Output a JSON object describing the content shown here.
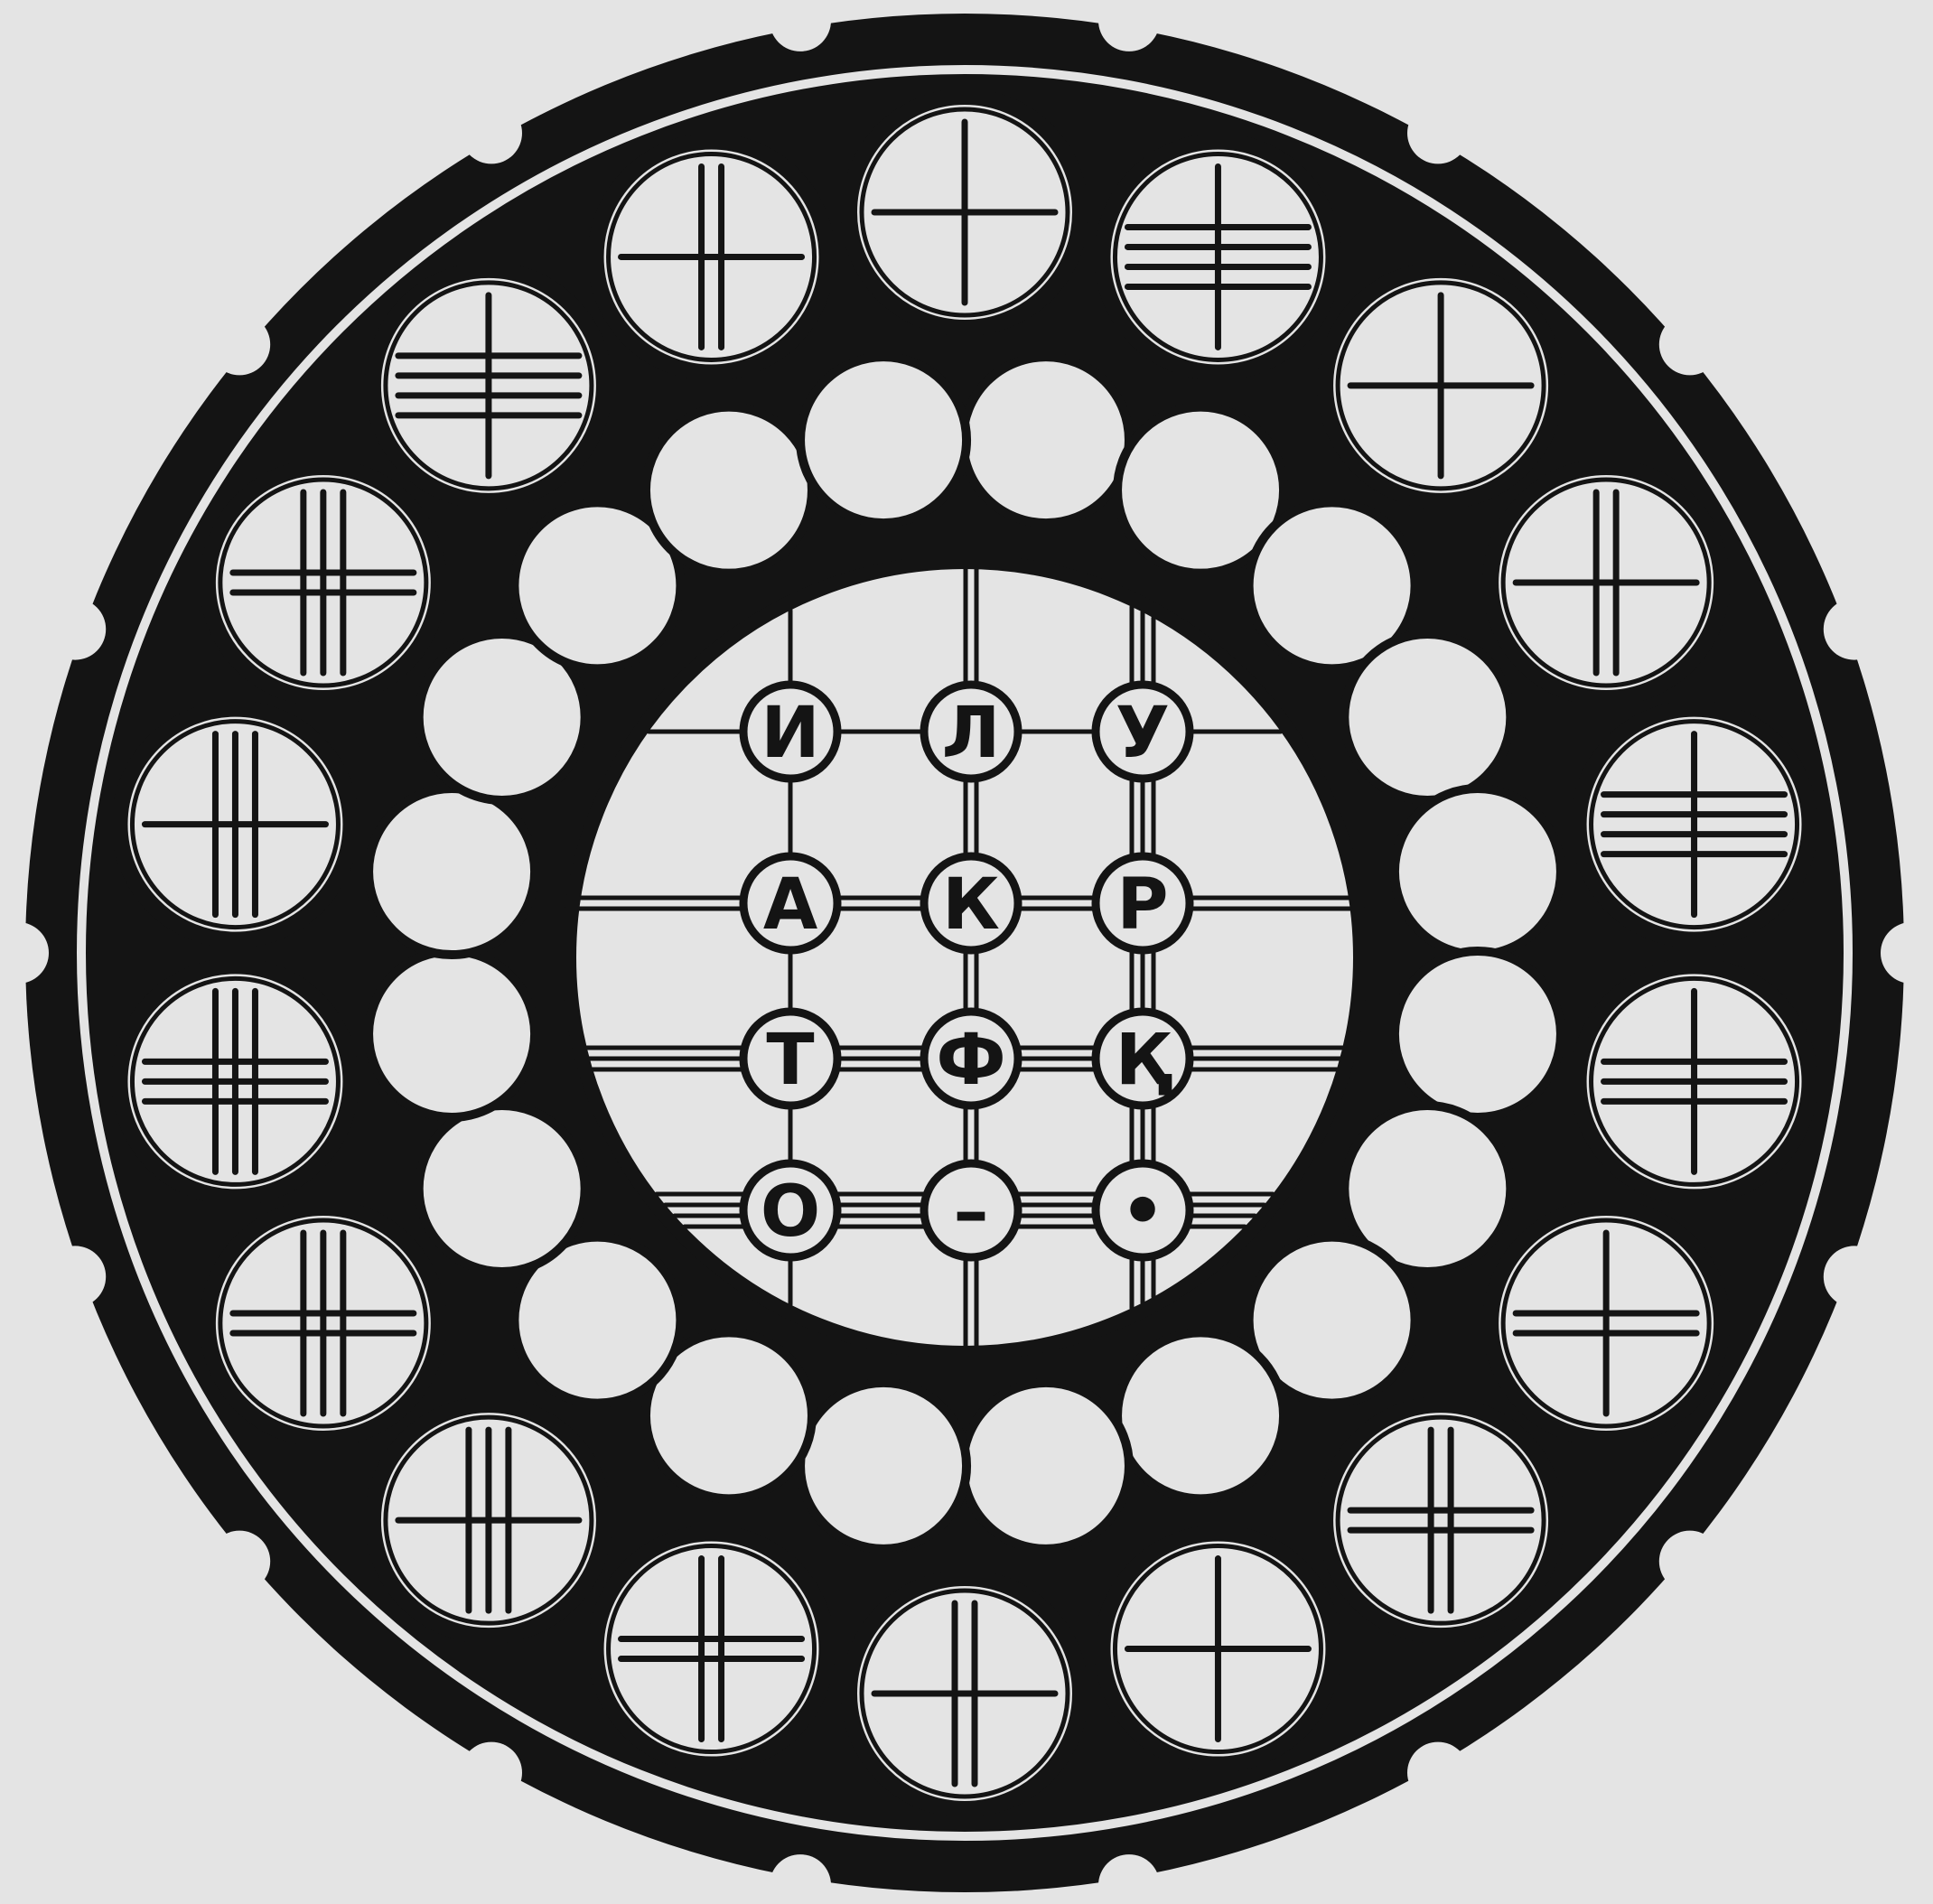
{
  "colors": {
    "paper": "#e4e4e4",
    "ink": "#141414"
  },
  "letter_grid": {
    "rows": [
      [
        "И",
        "Л",
        "У"
      ],
      [
        "А",
        "К",
        "Р"
      ],
      [
        "Т",
        "Ф",
        "Қ"
      ],
      [
        "О",
        "–",
        "•"
      ]
    ],
    "column_line_counts": [
      1,
      2,
      3
    ],
    "row_line_counts": [
      1,
      2,
      3,
      4
    ]
  },
  "ring_ornaments": [
    {
      "v": 1,
      "h": 1
    },
    {
      "v": 1,
      "h": 4
    },
    {
      "v": 1,
      "h": 1
    },
    {
      "v": 2,
      "h": 1
    },
    {
      "v": 1,
      "h": 4
    },
    {
      "v": 1,
      "h": 3
    },
    {
      "v": 1,
      "h": 2
    },
    {
      "v": 2,
      "h": 2
    },
    {
      "v": 1,
      "h": 1
    },
    {
      "v": 2,
      "h": 1
    },
    {
      "v": 2,
      "h": 2
    },
    {
      "v": 3,
      "h": 1
    },
    {
      "v": 3,
      "h": 2
    },
    {
      "v": 3,
      "h": 3
    },
    {
      "v": 3,
      "h": 1
    },
    {
      "v": 3,
      "h": 2
    },
    {
      "v": 1,
      "h": 4
    },
    {
      "v": 2,
      "h": 1
    }
  ],
  "inner_plain_circle_count": 20
}
